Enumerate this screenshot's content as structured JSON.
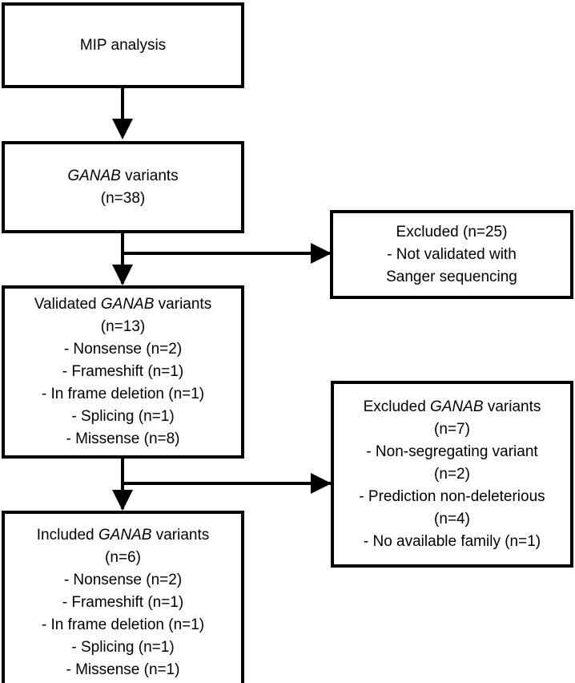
{
  "diagram": {
    "title": "GANAB variant filtering flowchart",
    "colors": {
      "background": "#ffffff",
      "stroke": "#000000",
      "text": "#000000"
    }
  },
  "nodes": {
    "mip": {
      "name": "MIP analysis",
      "lines": [
        "MIP analysis"
      ]
    },
    "variants": {
      "name": "GANAB variants",
      "lines_pre": [
        "",
        "(n=38)"
      ],
      "gene": "GANAB",
      "heading_prefix": "",
      "heading_suffix": " variants",
      "count": "(n=38)"
    },
    "validated": {
      "name": "Validated GANAB variants",
      "gene": "GANAB",
      "heading_prefix": "Validated ",
      "heading_suffix": " variants",
      "count": "(n=13)",
      "items": [
        "- Nonsense (n=2)",
        "- Frameshift (n=1)",
        "- In frame deletion (n=1)",
        "- Splicing (n=1)",
        "- Missense (n=8)"
      ]
    },
    "included": {
      "name": "Included GANAB variants",
      "gene": "GANAB",
      "heading_prefix": "Included ",
      "heading_suffix": " variants",
      "count": "(n=6)",
      "items": [
        "- Nonsense (n=2)",
        "- Frameshift (n=1)",
        "- In frame deletion (n=1)",
        "- Splicing (n=1)",
        "- Missense (n=1)"
      ]
    },
    "excluded_1": {
      "name": "Excluded (n=25)",
      "heading": "Excluded (n=25)",
      "items": [
        "- Not validated with",
        "Sanger sequencing"
      ]
    },
    "excluded_2": {
      "name": "Excluded GANAB variants",
      "gene": "GANAB",
      "heading_prefix": "Excluded ",
      "heading_suffix": " variants",
      "count": "(n=7)",
      "items": [
        "- Non-segregating variant",
        "(n=2)",
        "- Prediction non-deleterious",
        "(n=4)",
        "- No available family (n=1)"
      ]
    }
  },
  "connectors": {
    "mip_to_variants": "arrow-down-icon",
    "variants_to_validated": "arrow-down-icon",
    "variants_to_excluded_1": "arrow-right-icon",
    "validated_to_included": "arrow-down-icon",
    "validated_to_excluded_2": "arrow-right-icon"
  }
}
